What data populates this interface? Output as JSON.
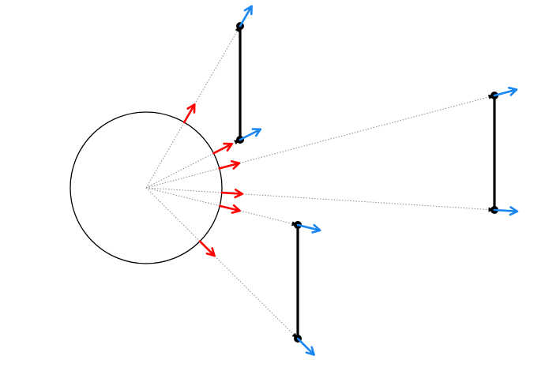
{
  "colors": {
    "background": "#ffffff",
    "circle": "#000000",
    "guide": "#8c8c8c",
    "segment": "#000000",
    "surface_arrow": "#ff0000",
    "endpoint_arrow": "#1a86f0"
  },
  "diagram": {
    "circle_count": 1,
    "segment_count": 3,
    "endpoint_count": 6,
    "surface_arrow_count": 6,
    "endpoint_arrow_count": 6,
    "guide_style": "dotted"
  }
}
